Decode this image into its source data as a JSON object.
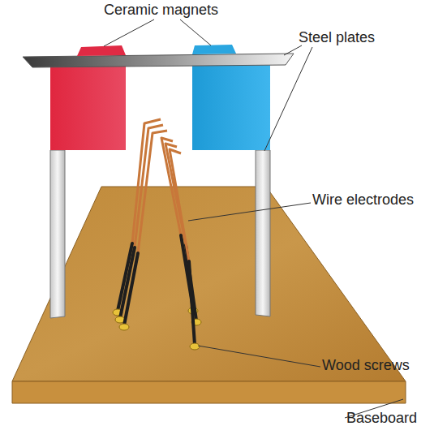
{
  "diagram": {
    "labels": [
      "Ceramic magnets",
      "Steel plates",
      "Wire electrodes",
      "Wood screws",
      "Baseboard"
    ]
  }
}
